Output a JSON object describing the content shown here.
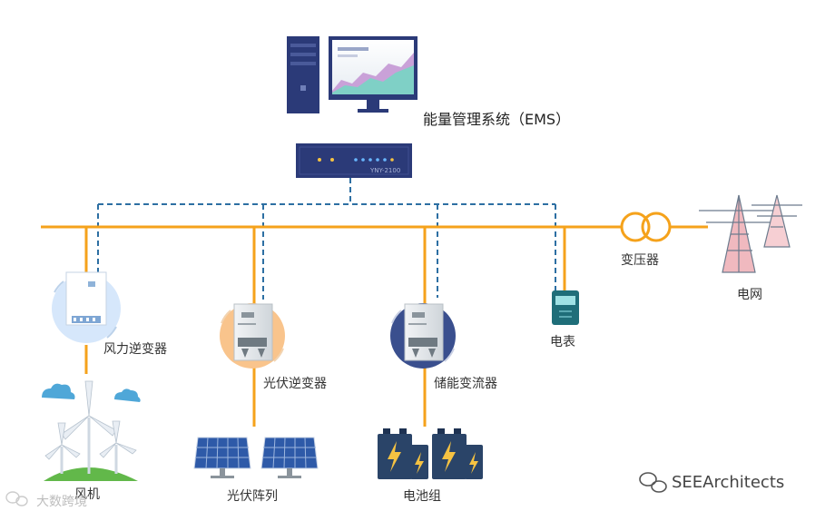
{
  "title": "能量管理系统（EMS）",
  "gateway_label": "YNY-2100",
  "nodes": {
    "wind_inverter": "风力逆变器",
    "pv_inverter": "光伏逆变器",
    "storage_converter": "储能变流器",
    "meter": "电表",
    "transformer": "变压器",
    "grid": "电网",
    "wind_turbine": "风机",
    "pv_array": "光伏阵列",
    "battery_pack": "电池组"
  },
  "watermark": {
    "brand": "SEEArchitects",
    "faded": "大数跨境"
  },
  "colors": {
    "power_line": "#f5a21b",
    "comm_line": "#2d6fa3",
    "device_navy": "#2b3a78"
  }
}
